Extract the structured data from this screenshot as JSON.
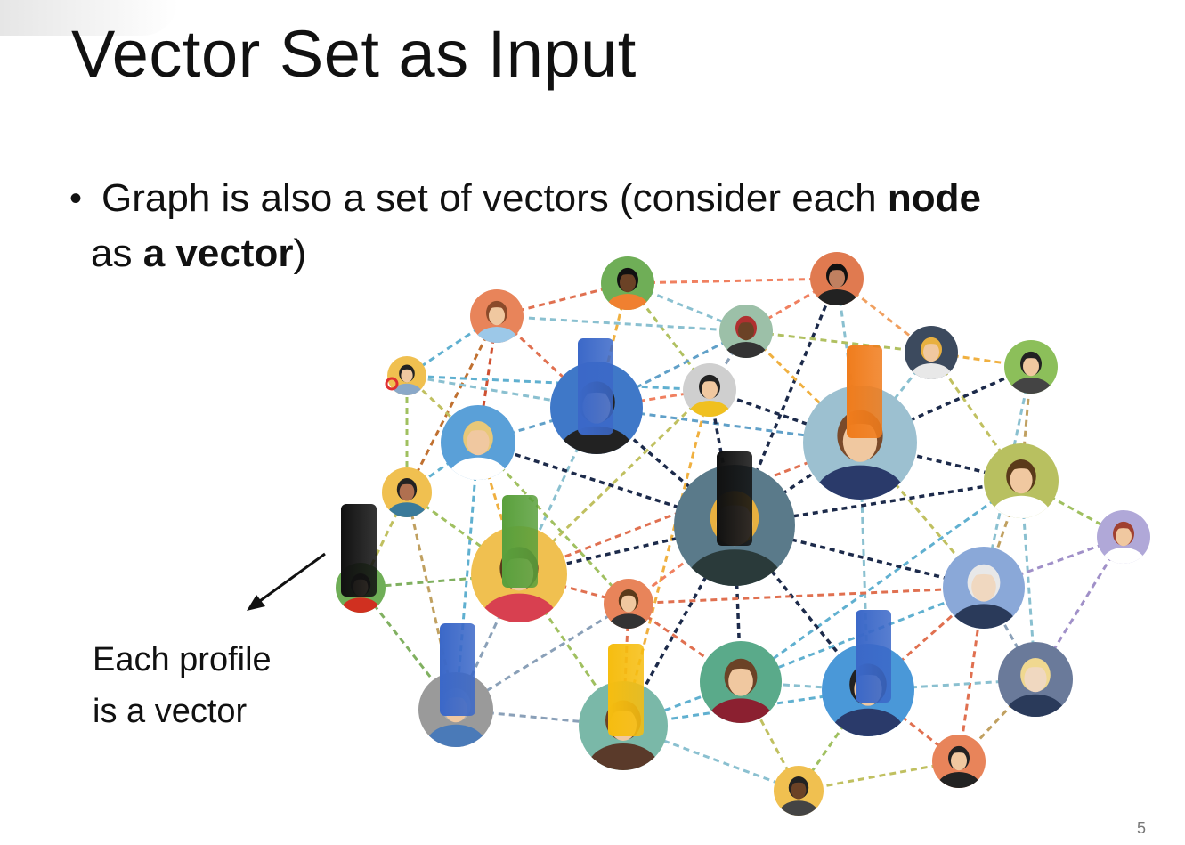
{
  "slide": {
    "title": "Vector Set as Input",
    "bullet": {
      "part1": "Graph is also a set of vectors (consider each ",
      "bold1": "node",
      "part2": " as ",
      "bold2": "a vector",
      "part3": ")"
    },
    "caption_line1": "Each profile",
    "caption_line2": "is a vector",
    "page_number": "5"
  },
  "graph": {
    "colors": {
      "blue_vector": "#3b68c8",
      "orange_vector": "#f07c1c",
      "green_vector": "#5aa03c",
      "yellow_vector": "#f6bd10",
      "black_vector": "#111111",
      "dark_edge": "#1c2a4a"
    },
    "node_icons": [
      "person-avatar-icon"
    ],
    "vector_icons": [
      "vector-bar-icon"
    ]
  }
}
